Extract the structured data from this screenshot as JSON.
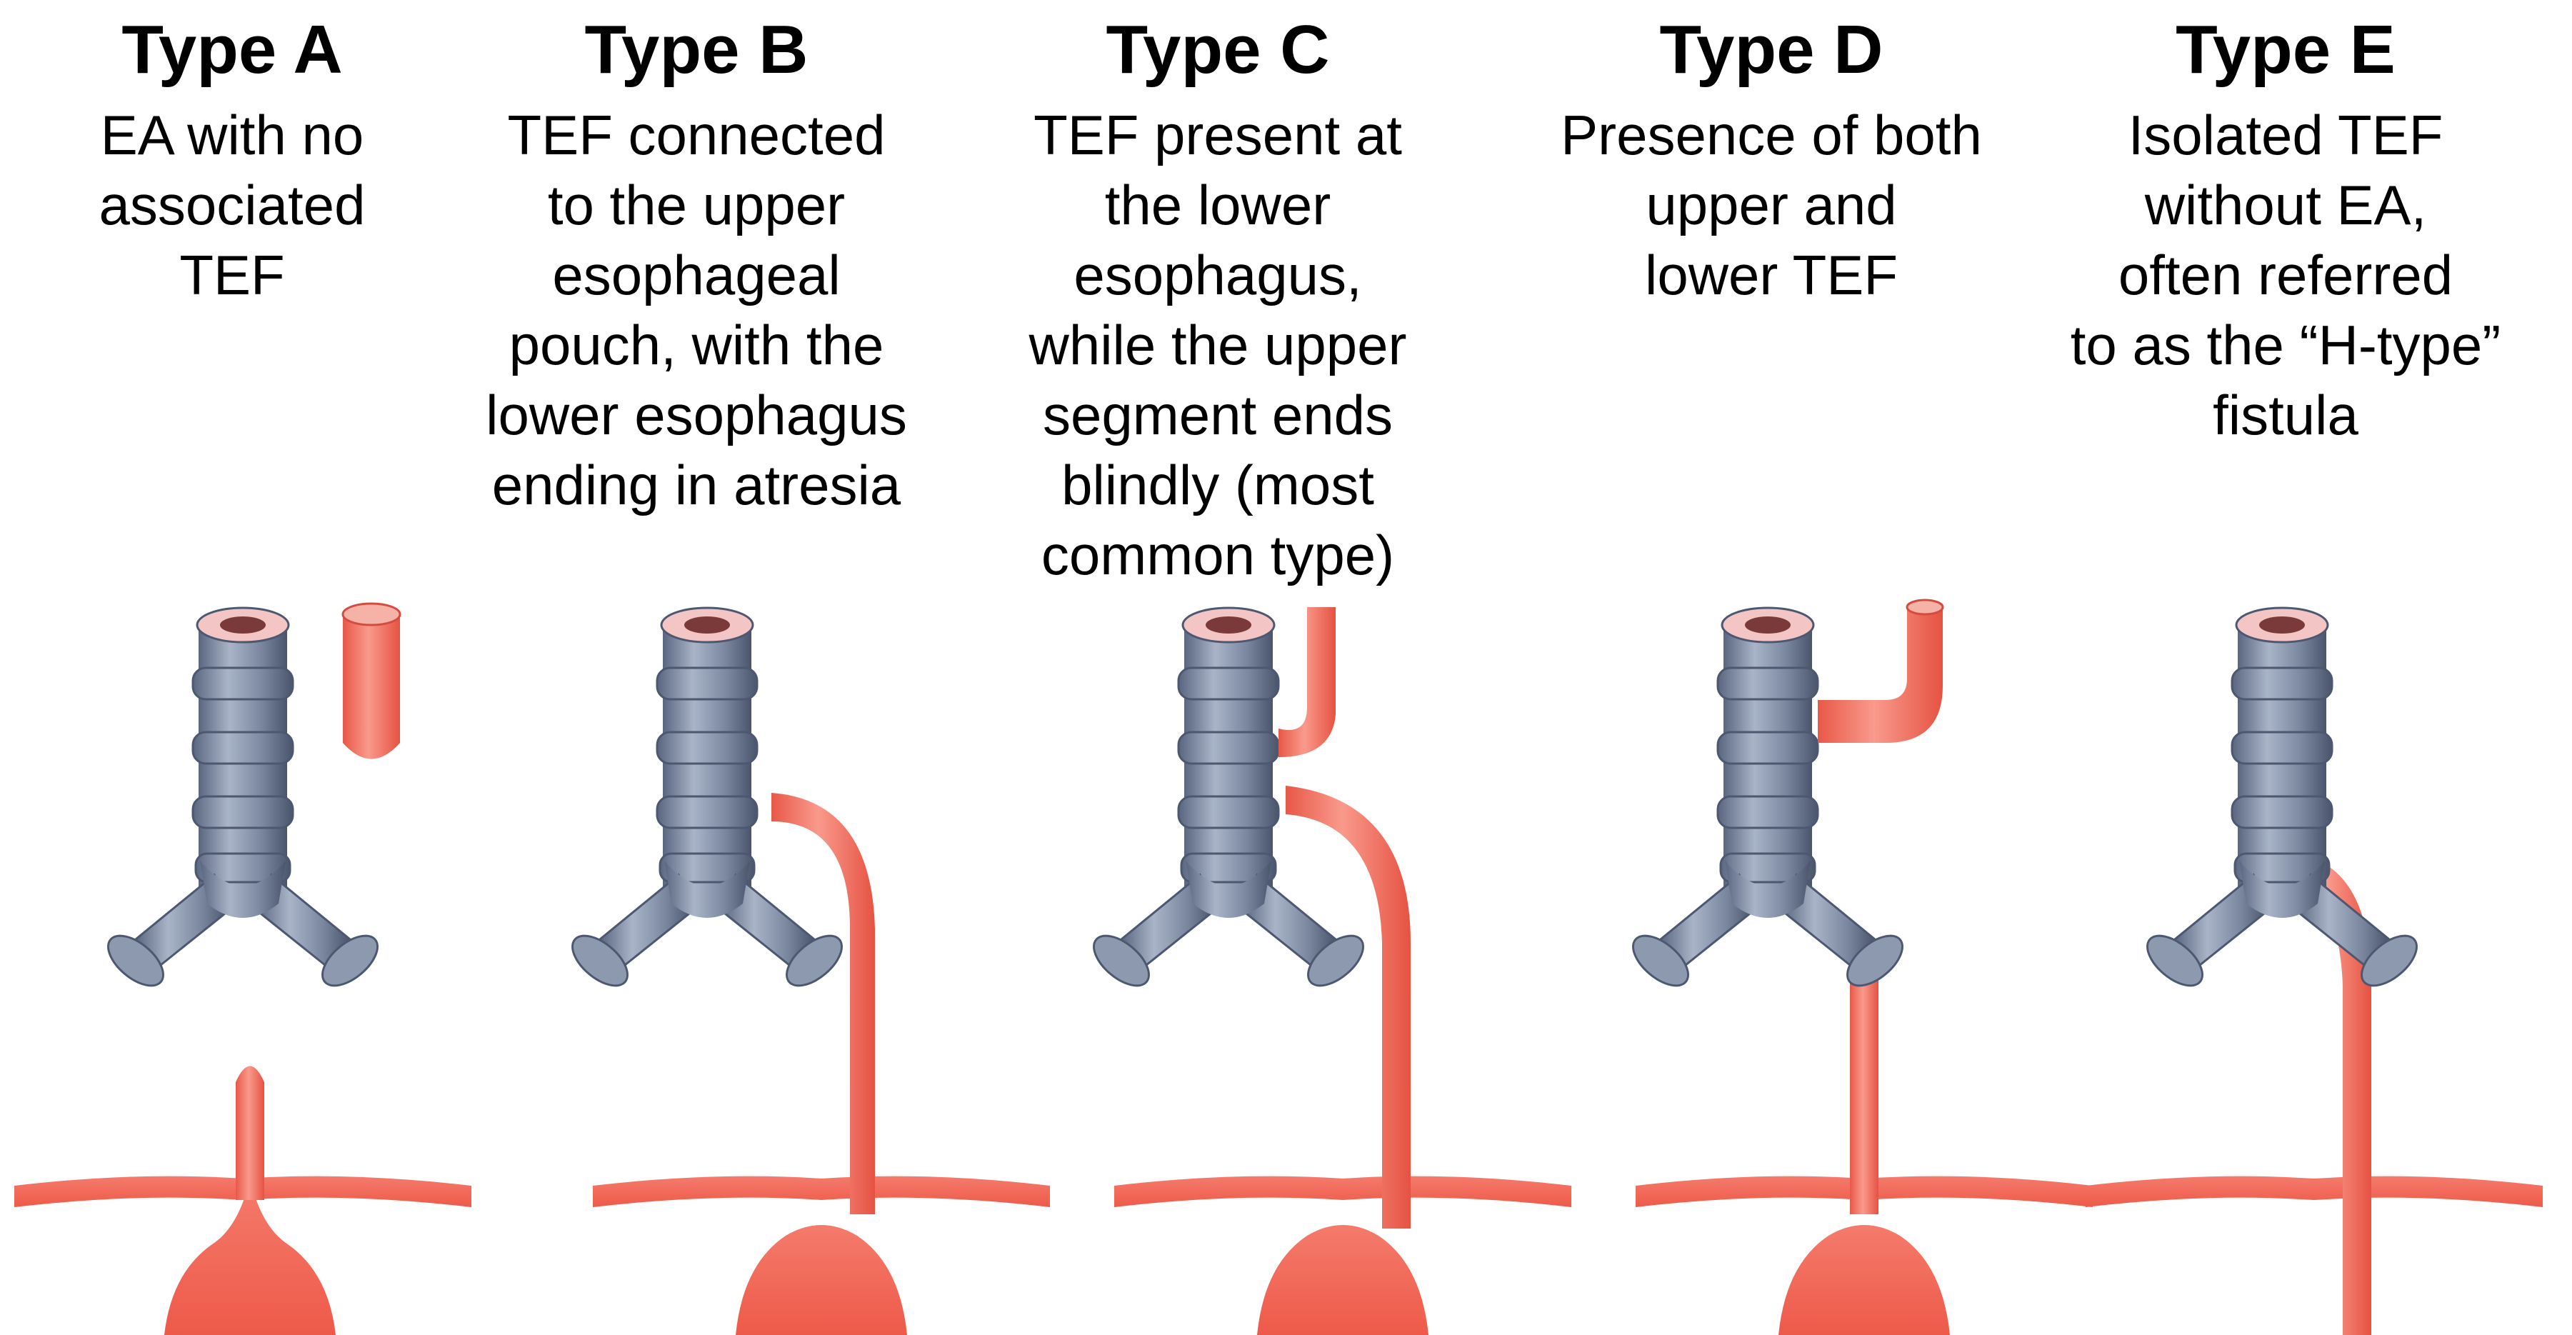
{
  "types": [
    {
      "title": "Type A",
      "description": "EA with no\nassociated\nTEF"
    },
    {
      "title": "Type B",
      "description": "TEF connected\nto the upper\nesophageal\npouch, with the\nlower esophagus\nending in atresia"
    },
    {
      "title": "Type C",
      "description": "TEF present at\nthe lower\nesophagus,\nwhile the upper\nsegment ends\nblindly (most\ncommon type)"
    },
    {
      "title": "Type D",
      "description": "Presence of both\nupper and\nlower TEF"
    },
    {
      "title": "Type E",
      "description": "Isolated TEF\nwithout EA,\noften referred\nto as the “H-type”\nfistula"
    }
  ],
  "colors": {
    "trachea": "#7f8da5",
    "trachea_dark": "#4d5870",
    "esophagus": "#f26d5e",
    "esophagus_light": "#f89a8d",
    "stomach": "#f05a4a"
  }
}
